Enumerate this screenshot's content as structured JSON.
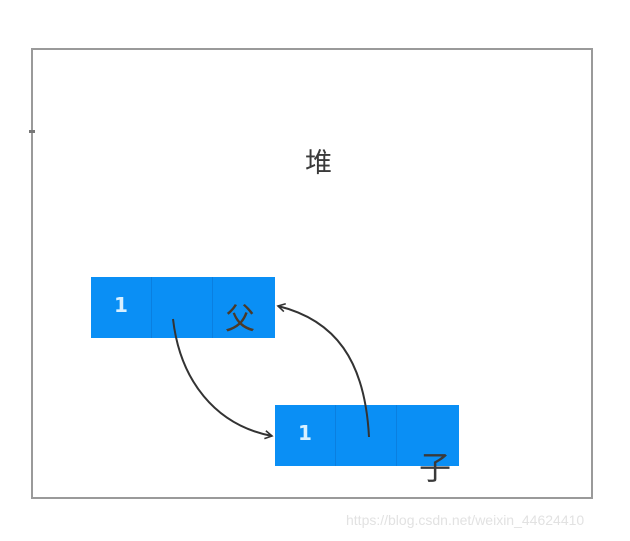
{
  "diagram": {
    "container_label": "堆",
    "parent_node": {
      "cells": [
        "1",
        "",
        ""
      ],
      "label": "父"
    },
    "child_node": {
      "cells": [
        "1",
        "",
        ""
      ],
      "label": "子"
    },
    "arrows": [
      {
        "from": "parent_node.cell2",
        "to": "child_node.cell1",
        "meaning": "parent points to child"
      },
      {
        "from": "child_node.cell2",
        "to": "parent_node.right",
        "meaning": "child points back to parent"
      }
    ],
    "colors": {
      "node_fill": "#0a8ff5",
      "border": "#9a9a9a",
      "arrow": "#333333"
    }
  },
  "watermark": "https://blog.csdn.net/weixin_44624410"
}
